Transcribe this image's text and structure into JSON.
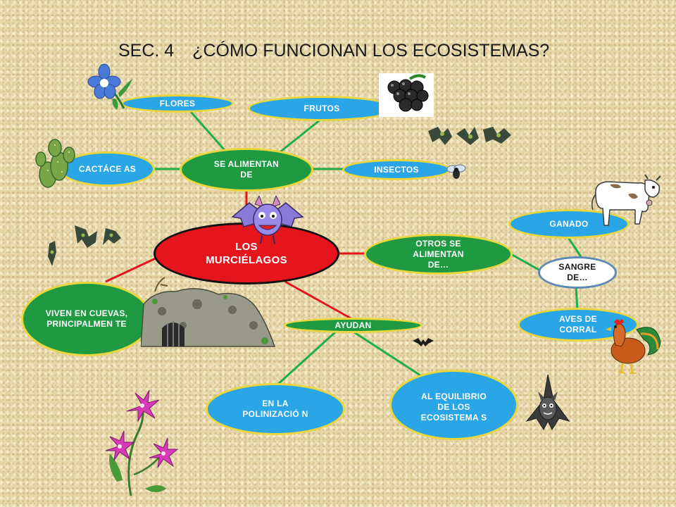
{
  "title": {
    "section": "SEC. 4",
    "question": "¿CÓMO FUNCIONAN LOS ECOSISTEMAS?"
  },
  "nodes": {
    "center": "LOS MURCIÉLAGOS",
    "se_alimentan": "SE ALIMENTAN DE",
    "flores": "FLORES",
    "frutos": "FRUTOS",
    "cactaceas": "CACTÁCE AS",
    "insectos": "INSECTOS",
    "otros": "OTROS SE ALIMENTAN DE…",
    "ganado": "GANADO",
    "sangre": "SANGRE DE…",
    "aves": "AVES DE CORRAL",
    "viven": "VIVEN EN CUEVAS, PRINCIPALMEN TE",
    "ayudan": "AYUDAN",
    "polinizacion": "EN LA POLINIZACIÓ N",
    "equilibrio": "AL EQUILIBRIO DE LOS ECOSISTEMA S"
  },
  "colors": {
    "blue_node": "#2aa6e6",
    "green_node": "#1f9a42",
    "red_node": "#e4151c",
    "node_border": "#e9d63c",
    "green_link": "#1fae4a",
    "red_link": "#e4151c"
  },
  "icons": [
    "flower-icon",
    "grapes-icon",
    "cactus-icon",
    "fly-icon",
    "cow-icon",
    "rooster-icon",
    "cave-icon",
    "bat-icon",
    "lily-icon"
  ]
}
